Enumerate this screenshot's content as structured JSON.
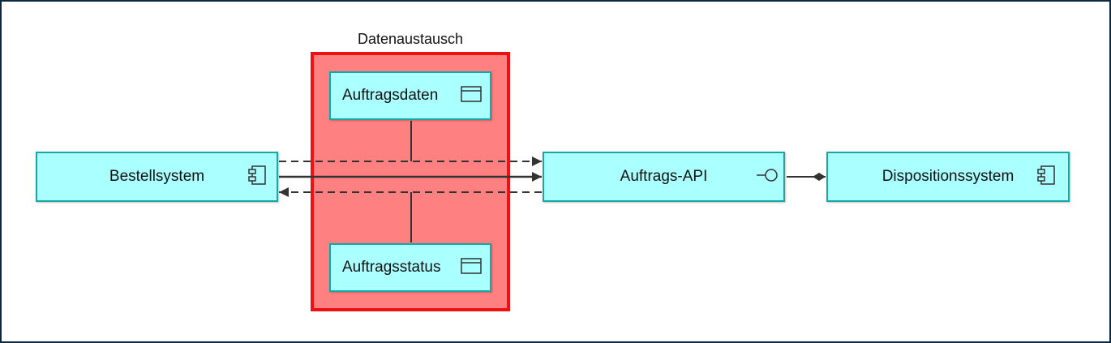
{
  "diagram": {
    "group": {
      "label": "Datenaustausch",
      "fill": "#ff8080",
      "border": "#ee1111"
    },
    "nodes": {
      "bestellsystem": {
        "label": "Bestellsystem",
        "icon": "component-icon"
      },
      "auftrags_api": {
        "label": "Auftrags-API",
        "icon": "interface-icon"
      },
      "dispositionssystem": {
        "label": "Dispositionssystem",
        "icon": "component-icon"
      },
      "auftragsdaten": {
        "label": "Auftragsdaten",
        "icon": "data-object-icon"
      },
      "auftragsstatus": {
        "label": "Auftragsstatus",
        "icon": "data-object-icon"
      }
    },
    "relationships": [
      {
        "from": "bestellsystem",
        "to": "auftrags_api",
        "type": "flow",
        "style": "dashed"
      },
      {
        "from": "bestellsystem",
        "to": "auftrags_api",
        "type": "triggering",
        "style": "solid"
      },
      {
        "from": "auftrags_api",
        "to": "bestellsystem",
        "type": "flow",
        "style": "dashed"
      },
      {
        "from": "dispositionssystem",
        "to": "auftrags_api",
        "type": "composition",
        "style": "solid"
      },
      {
        "from": "auftragsdaten",
        "to": "flow-bestellsystem-auftrags-api",
        "type": "association",
        "style": "solid"
      },
      {
        "from": "auftragsstatus",
        "to": "flow-auftrags-api-bestellsystem",
        "type": "association",
        "style": "solid"
      }
    ],
    "colors": {
      "node_fill": "#aaffff",
      "node_border": "#1aa6a6",
      "line": "#333333",
      "frame": "#0d2a45"
    }
  }
}
